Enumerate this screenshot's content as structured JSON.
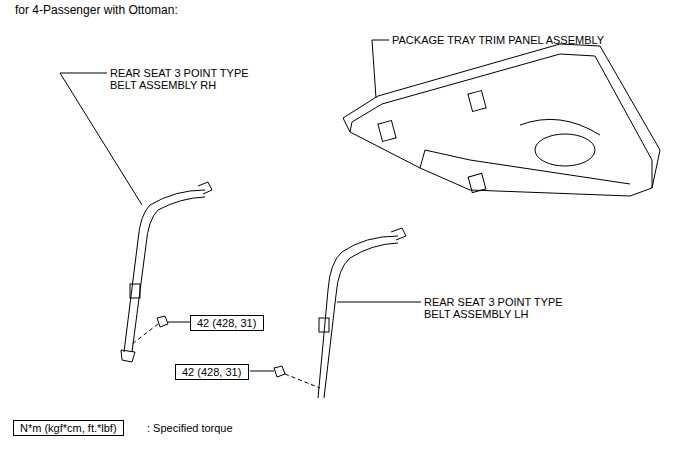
{
  "diagram": {
    "title": "for 4-Passenger with Ottoman:",
    "nodes": [
      {
        "text": [
          "42 (428, 31)"
        ]
      },
      {
        "text": [
          "42 (428, 31)"
        ]
      },
      {
        "text": [
          "N*m (kgf*cm, ft.*lbf)"
        ]
      }
    ],
    "labels": [
      "PACKAGE TRAY TRIM PANEL ASSEMBLY",
      "REAR SEAT 3 POINT TYPE BELT ASSEMBLY RH",
      "REAR SEAT 3 POINT TYPE BELT ASSEMBLY LH",
      ": Specified torque"
    ]
  }
}
